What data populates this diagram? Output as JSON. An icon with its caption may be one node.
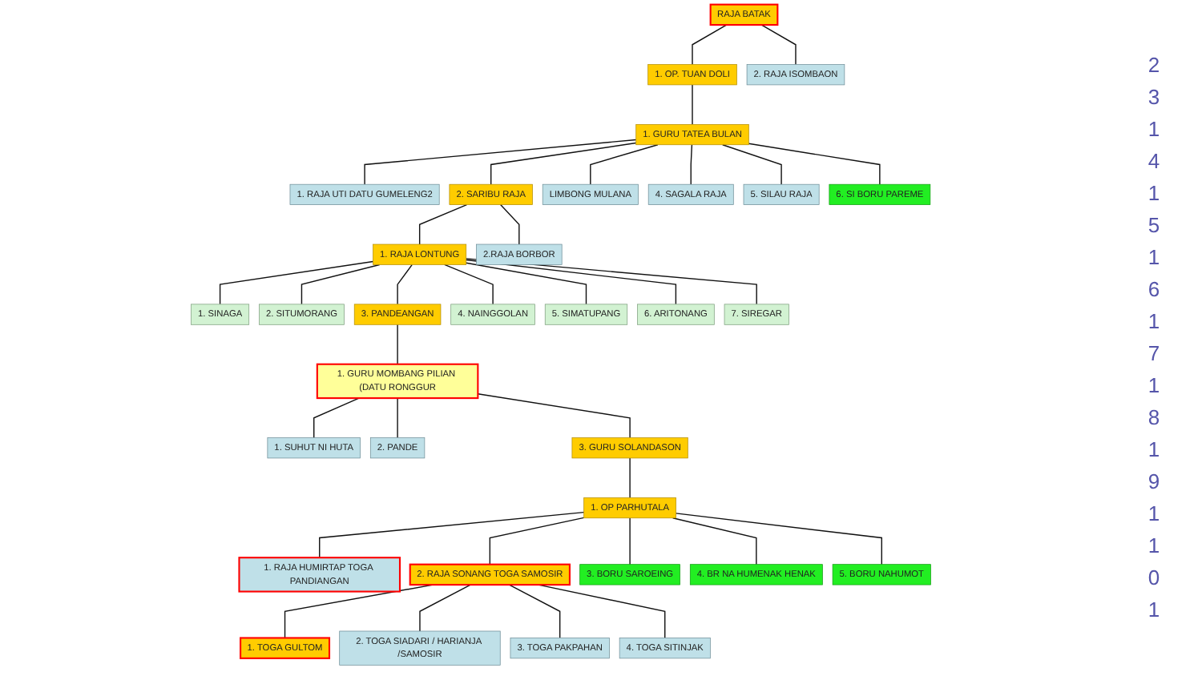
{
  "diagram": {
    "nodes": [
      {
        "text": [
          "RAJA BATAK"
        ]
      },
      {
        "text": [
          "1. OP. TUAN DOLI"
        ]
      },
      {
        "text": [
          "2. RAJA ISOMBAON"
        ]
      },
      {
        "text": [
          "1. GURU TATEA BULAN"
        ]
      },
      {
        "text": [
          "1. RAJA UTI DATU GUMELENG2"
        ]
      },
      {
        "text": [
          "2. SARIBU RAJA"
        ]
      },
      {
        "text": [
          "LIMBONG MULANA"
        ]
      },
      {
        "text": [
          "4. SAGALA RAJA"
        ]
      },
      {
        "text": [
          "5. SILAU RAJA"
        ]
      },
      {
        "text": [
          "6. SI BORU PAREME"
        ]
      },
      {
        "text": [
          "1. RAJA LONTUNG"
        ]
      },
      {
        "text": [
          "2.RAJA BORBOR"
        ]
      },
      {
        "text": [
          "1. SINAGA"
        ]
      },
      {
        "text": [
          "2. SITUMORANG"
        ]
      },
      {
        "text": [
          "3. PANDEANGAN"
        ]
      },
      {
        "text": [
          "4. NAINGGOLAN"
        ]
      },
      {
        "text": [
          "5. SIMATUPANG"
        ]
      },
      {
        "text": [
          "6. ARITONANG"
        ]
      },
      {
        "text": [
          "7. SIREGAR"
        ]
      },
      {
        "text": [
          "1. GURU MOMBANG PILIAN (DATU RONGGUR"
        ]
      },
      {
        "text": [
          "1. SUHUT NI HUTA"
        ]
      },
      {
        "text": [
          "2. PANDE"
        ]
      },
      {
        "text": [
          "3. GURU SOLANDASON"
        ]
      },
      {
        "text": [
          "1. OP PARHUTALA"
        ]
      },
      {
        "text": [
          "1. RAJA HUMIRTAP TOGA PANDIANGAN"
        ]
      },
      {
        "text": [
          "2. RAJA SONANG TOGA SAMOSIR"
        ]
      },
      {
        "text": [
          "3. BORU SAROEING"
        ]
      },
      {
        "text": [
          "4. BR NA HUMENAK HENAK"
        ]
      },
      {
        "text": [
          "5. BORU NAHUMOT"
        ]
      },
      {
        "text": [
          "1. TOGA GULTOM"
        ]
      },
      {
        "text": [
          "2. TOGA SIADARI / HARIANJA /SAMOSIR"
        ]
      },
      {
        "text": [
          "3. TOGA PAKPAHAN"
        ]
      },
      {
        "text": [
          "4. TOGA SITINJAK"
        ]
      }
    ],
    "edges": [
      {
        "from": 0,
        "to": 1,
        "arrow": "none"
      },
      {
        "from": 0,
        "to": 2,
        "arrow": "none"
      },
      {
        "from": 1,
        "to": 3,
        "arrow": "none"
      },
      {
        "from": 3,
        "to": 4,
        "arrow": "none"
      },
      {
        "from": 3,
        "to": 5,
        "arrow": "none"
      },
      {
        "from": 3,
        "to": 6,
        "arrow": "none"
      },
      {
        "from": 3,
        "to": 7,
        "arrow": "none"
      },
      {
        "from": 3,
        "to": 8,
        "arrow": "none"
      },
      {
        "from": 3,
        "to": 9,
        "arrow": "none"
      },
      {
        "from": 5,
        "to": 10,
        "arrow": "none"
      },
      {
        "from": 5,
        "to": 11,
        "arrow": "none"
      },
      {
        "from": 10,
        "to": 12,
        "arrow": "none"
      },
      {
        "from": 10,
        "to": 13,
        "arrow": "none"
      },
      {
        "from": 10,
        "to": 14,
        "arrow": "none"
      },
      {
        "from": 10,
        "to": 15,
        "arrow": "none"
      },
      {
        "from": 10,
        "to": 16,
        "arrow": "none"
      },
      {
        "from": 10,
        "to": 17,
        "arrow": "none"
      },
      {
        "from": 10,
        "to": 18,
        "arrow": "none"
      },
      {
        "from": 14,
        "to": 19,
        "arrow": "none"
      },
      {
        "from": 19,
        "to": 20,
        "arrow": "none"
      },
      {
        "from": 19,
        "to": 21,
        "arrow": "none"
      },
      {
        "from": 19,
        "to": 22,
        "arrow": "none"
      },
      {
        "from": 22,
        "to": 23,
        "arrow": "none"
      },
      {
        "from": 23,
        "to": 24,
        "arrow": "none"
      },
      {
        "from": 23,
        "to": 25,
        "arrow": "none"
      },
      {
        "from": 23,
        "to": 26,
        "arrow": "none"
      },
      {
        "from": 23,
        "to": 27,
        "arrow": "none"
      },
      {
        "from": 23,
        "to": 28,
        "arrow": "none"
      },
      {
        "from": 25,
        "to": 29,
        "arrow": "none"
      },
      {
        "from": 25,
        "to": 30,
        "arrow": "none"
      },
      {
        "from": 25,
        "to": 31,
        "arrow": "none"
      },
      {
        "from": 25,
        "to": 32,
        "arrow": "none"
      }
    ],
    "labels": [
      "2",
      "3",
      "1",
      "4",
      "1",
      "5",
      "1",
      "6",
      "1",
      "7",
      "1",
      "8",
      "1",
      "9",
      "1",
      "1",
      "0",
      "1"
    ]
  }
}
